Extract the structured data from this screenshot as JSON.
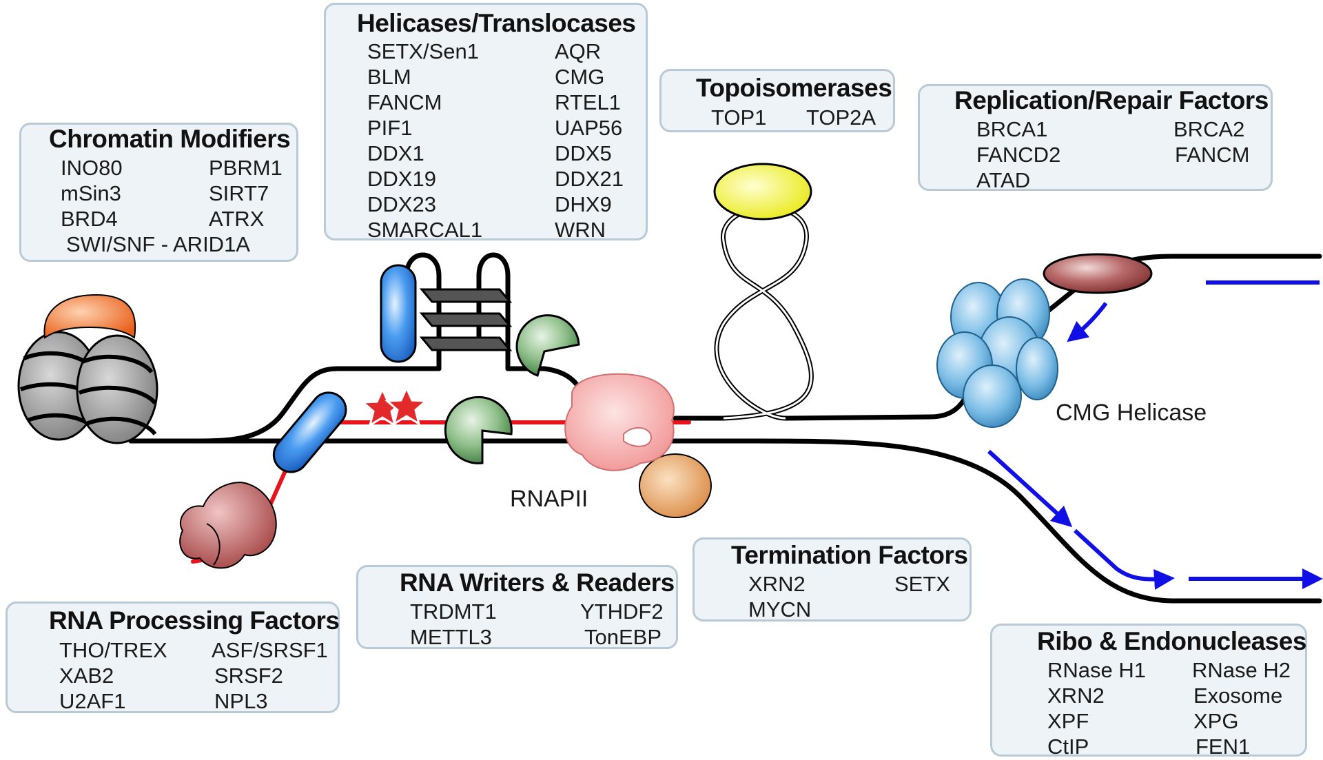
{
  "labels": {
    "rnapii": "RNAPII",
    "cmg_helicase": "CMG Helicase"
  },
  "boxes": {
    "helicases": {
      "title": "Helicases/Translocases",
      "col1": [
        "SETX/Sen1",
        "BLM",
        "FANCM",
        "PIF1",
        "DDX1",
        "DDX19",
        "DDX23",
        "SMARCAL1"
      ],
      "col2": [
        "AQR",
        "CMG",
        "RTEL1",
        "UAP56",
        "DDX5",
        "DDX21",
        "DHX9",
        "WRN"
      ]
    },
    "topoisomerases": {
      "title": "Topoisomerases",
      "col1": [
        "TOP1"
      ],
      "col2": [
        "TOP2A"
      ]
    },
    "replication": {
      "title": "Replication/Repair Factors",
      "col1": [
        "BRCA1",
        "FANCD2",
        "ATAD"
      ],
      "col2": [
        "BRCA2",
        "FANCM"
      ]
    },
    "chromatin": {
      "title": "Chromatin Modifiers",
      "col1": [
        "INO80",
        "mSin3",
        "BRD4"
      ],
      "col2": [
        "PBRM1",
        "SIRT7",
        "ATRX"
      ],
      "footer": "SWI/SNF - ARID1A"
    },
    "rna_processing": {
      "title": "RNA Processing Factors",
      "col1": [
        "THO/TREX",
        "XAB2",
        "U2AF1"
      ],
      "col2": [
        "ASF/SRSF1",
        "SRSF2",
        "NPL3"
      ]
    },
    "rna_writers": {
      "title": "RNA Writers & Readers",
      "col1": [
        "TRDMT1",
        "METTL3"
      ],
      "col2": [
        "YTHDF2",
        "TonEBP"
      ]
    },
    "termination": {
      "title": "Termination Factors",
      "col1": [
        "XRN2",
        "MYCN"
      ],
      "col2": [
        "SETX"
      ]
    },
    "ribo": {
      "title": "Ribo & Endonucleases",
      "col1": [
        "RNase H1",
        "XRN2",
        "XPF",
        "CtIP"
      ],
      "col2": [
        "RNase H2",
        "Exosome",
        "XPG",
        "FEN1"
      ]
    }
  },
  "colors": {
    "dna": "#000000",
    "rna": "#e8141b",
    "new_strand": "#1010e6",
    "helicase": "#2f7fd8",
    "topoisomerase": "#ecec1a",
    "replication": "#a34a4a",
    "chromatin": "#f07a32",
    "rna_processing": "#c05858",
    "writer_star": "#e02a2a",
    "termination": "#e0954e",
    "nuclease": "#5a9a5a",
    "rnapii": "#f5a3a3",
    "cmg": "#5aa6d6",
    "histone": "#8c8c8c"
  }
}
